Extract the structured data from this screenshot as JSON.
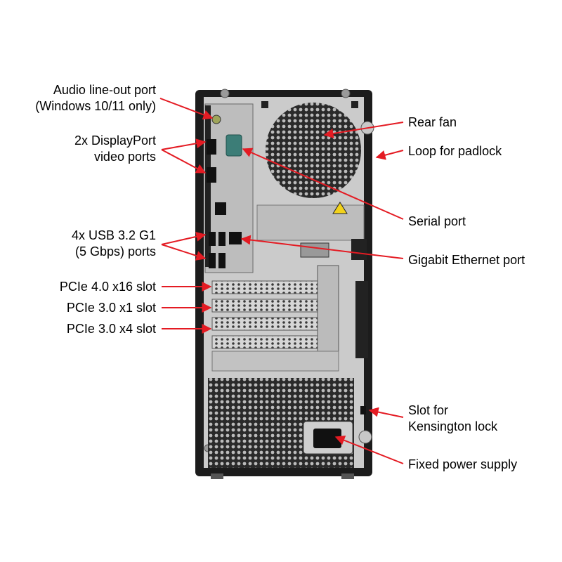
{
  "labels": {
    "audio_line1": "Audio line-out port",
    "audio_line2": "(Windows 10/11 only)",
    "displayport_line1": "2x DisplayPort",
    "displayport_line2": "video ports",
    "usb_line1": "4x USB 3.2 G1",
    "usb_line2": "(5 Gbps) ports",
    "pcie_x16": "PCIe 4.0 x16 slot",
    "pcie_x1": "PCIe 3.0 x1 slot",
    "pcie_x4": "PCIe 3.0 x4 slot",
    "rear_fan": "Rear fan",
    "padlock": "Loop for padlock",
    "serial": "Serial port",
    "ethernet": "Gigabit Ethernet port",
    "kensington_line1": "Slot for",
    "kensington_line2": "Kensington lock",
    "power": "Fixed power supply"
  },
  "colors": {
    "arrow": "#e41b23",
    "chassis_frame": "#1a1a1a",
    "chassis_panel": "#c9c9c9",
    "io_plate": "#bdbdbd"
  },
  "icons": {
    "warning": "warning-triangle-icon"
  }
}
